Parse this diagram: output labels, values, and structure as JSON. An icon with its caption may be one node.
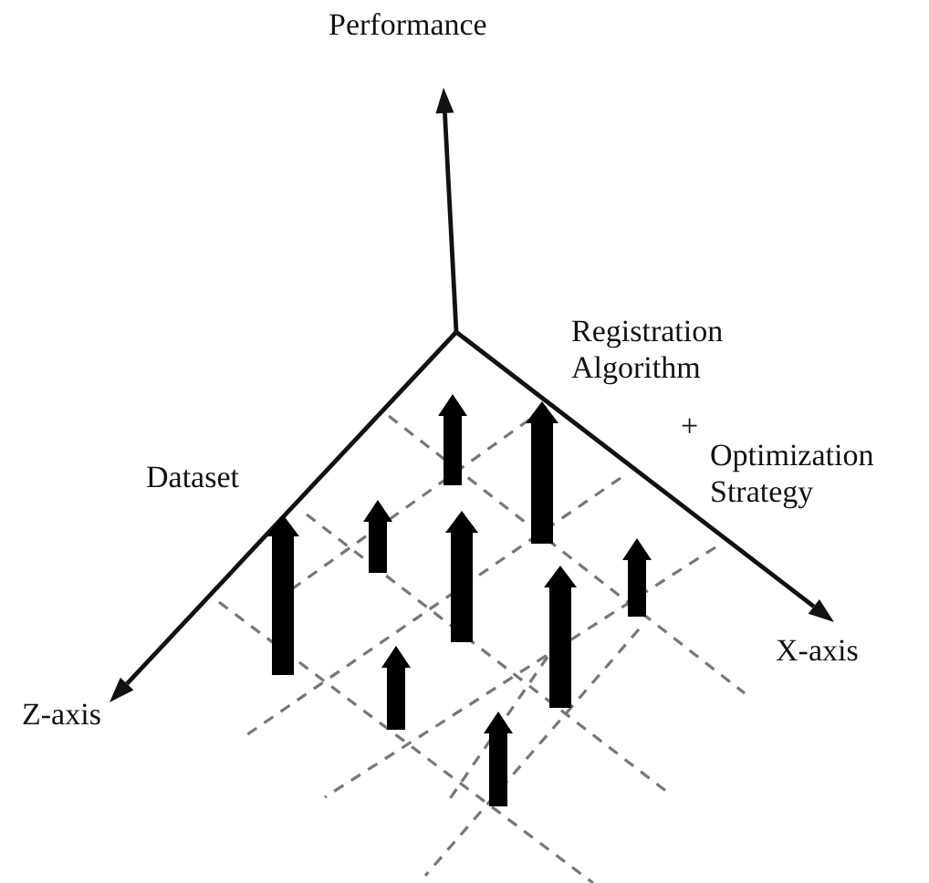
{
  "diagram": {
    "labels": [
      "Performance",
      "Registration Algorithm",
      "+",
      "Dataset",
      "Optimization Strategy",
      "X-axis",
      "Z-axis"
    ]
  }
}
